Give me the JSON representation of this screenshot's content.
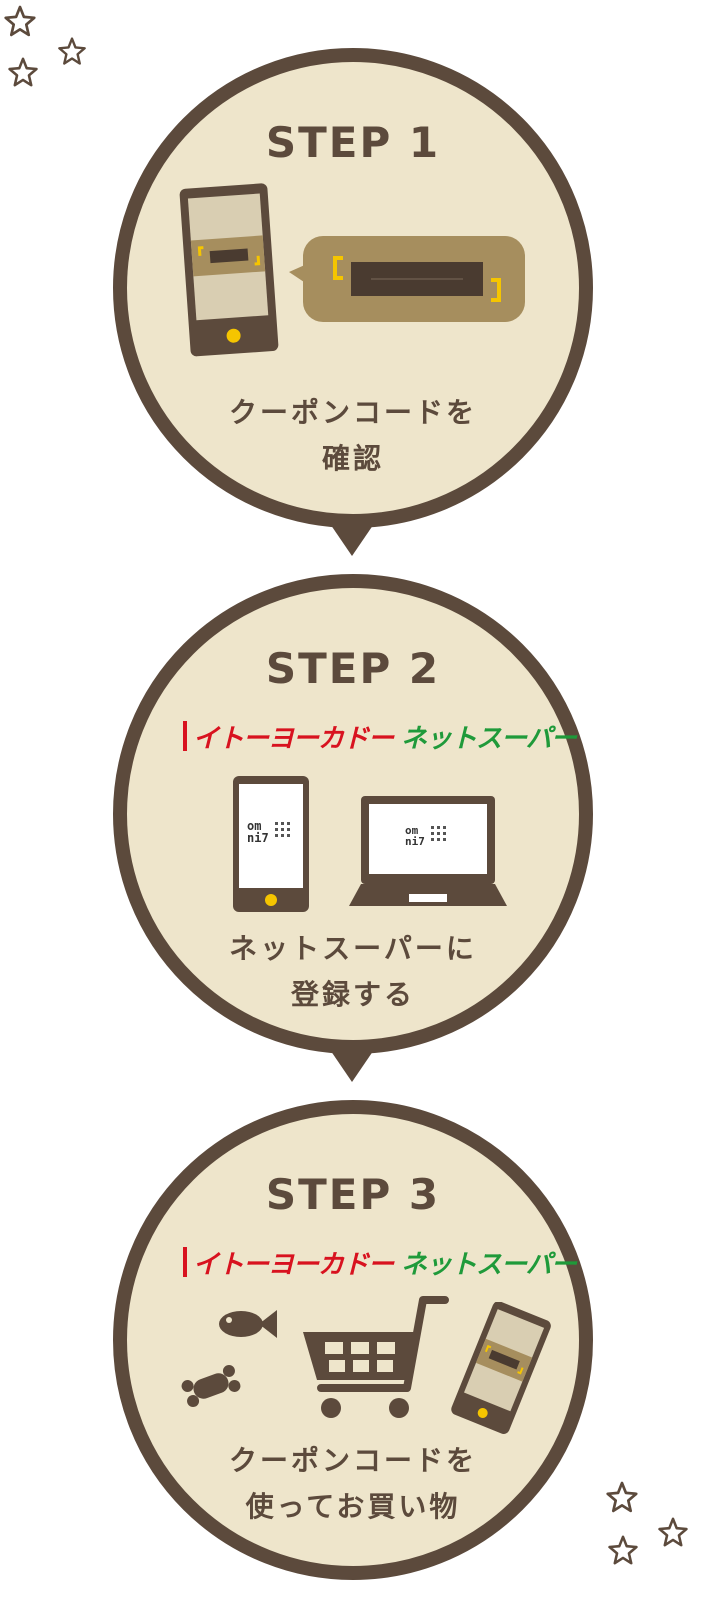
{
  "steps": [
    {
      "title": "STEP 1",
      "text_line1": "クーポンコードを",
      "text_line2": "確認"
    },
    {
      "title": "STEP 2",
      "brand_red": "イトーヨーカドー",
      "brand_green": "ネットスーパー",
      "omni_top": "om",
      "omni_bottom": "ni7",
      "text_line1": "ネットスーパーに",
      "text_line2": "登録する"
    },
    {
      "title": "STEP 3",
      "brand_red": "イトーヨーカドー",
      "brand_green": "ネットスーパー",
      "text_line1": "クーポンコードを",
      "text_line2": "使ってお買い物"
    }
  ],
  "icons": {
    "step1": [
      "smartphone-icon",
      "coupon-code-bubble-icon"
    ],
    "step2": [
      "smartphone-icon",
      "laptop-icon"
    ],
    "step3": [
      "fish-icon",
      "meat-icon",
      "shopping-cart-icon",
      "smartphone-icon"
    ],
    "decor": [
      "star-icon"
    ]
  },
  "colors": {
    "circle_fill": "#eee5cb",
    "border_brown": "#5c4a3c",
    "accent_yellow": "#f5c500",
    "brand_red": "#d8121f",
    "brand_green": "#1f9a3a"
  }
}
